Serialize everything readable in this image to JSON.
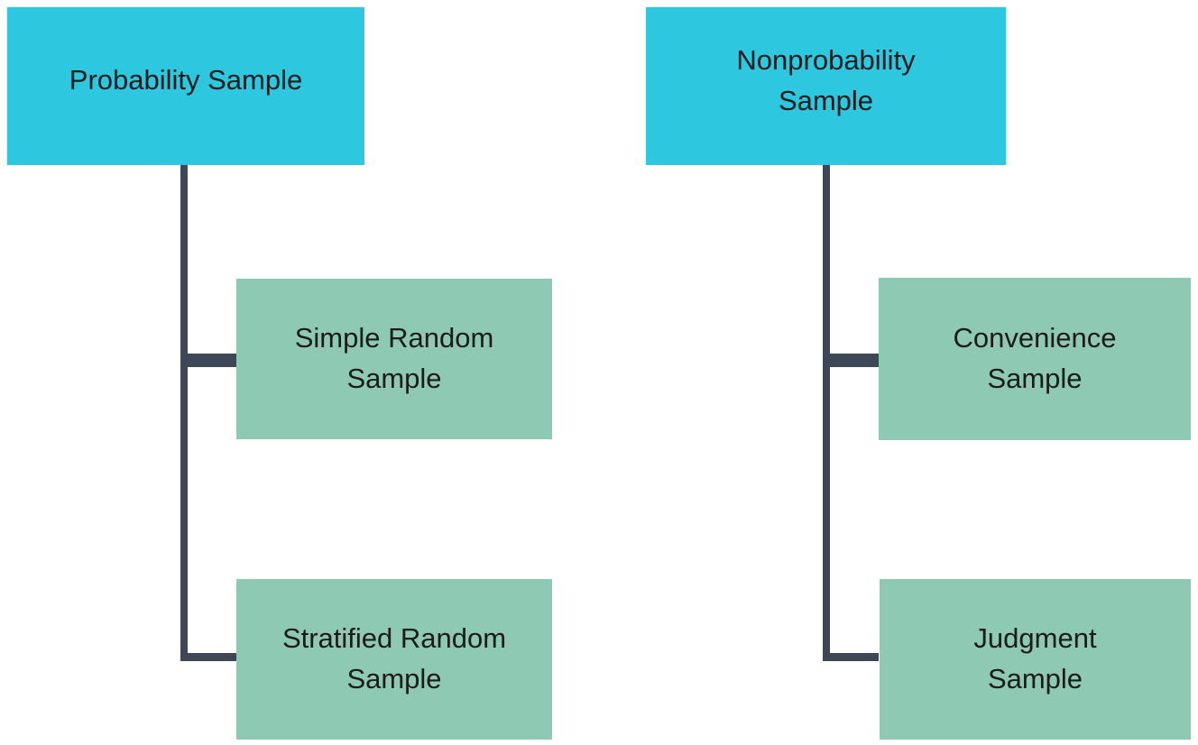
{
  "colors": {
    "page_bg": "#ffffff",
    "parent_box": "#2ec7e0",
    "child_box": "#8ec9b3",
    "connector": "#3d4756",
    "text": "#1b1b1b"
  },
  "diagram": {
    "type": "tree",
    "groups": [
      {
        "parent": {
          "label": "Probability Sample",
          "lines": [
            "Probability Sample"
          ]
        },
        "children": [
          {
            "label": "Simple Random Sample",
            "lines": [
              "Simple Random",
              "Sample"
            ]
          },
          {
            "label": "Stratified Random Sample",
            "lines": [
              "Stratified Random",
              "Sample"
            ]
          }
        ]
      },
      {
        "parent": {
          "label": "Nonprobability Sample",
          "lines": [
            "Nonprobability",
            "Sample"
          ]
        },
        "children": [
          {
            "label": "Convenience Sample",
            "lines": [
              "Convenience",
              "Sample"
            ]
          },
          {
            "label": "Judgment Sample",
            "lines": [
              "Judgment",
              "Sample"
            ]
          }
        ]
      }
    ]
  }
}
